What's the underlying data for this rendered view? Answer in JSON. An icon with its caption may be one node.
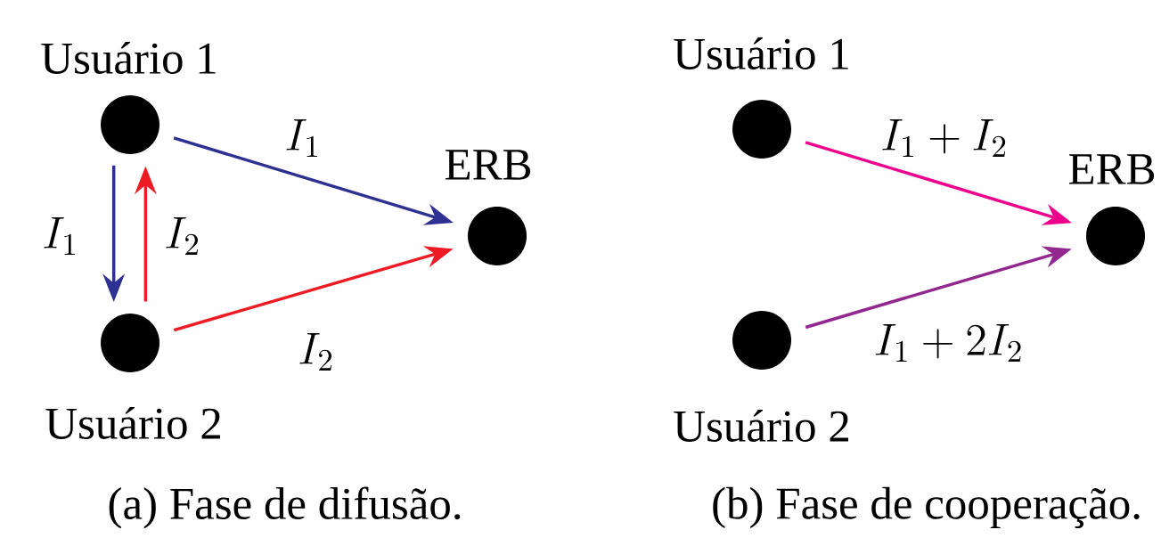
{
  "diagram": {
    "nodes": [
      {
        "text": [
          "Usuário 1"
        ]
      },
      {
        "text": [
          "Usuário 2"
        ]
      },
      {
        "text": [
          "ERB"
        ]
      },
      {
        "text": [
          "Usuário 1"
        ]
      },
      {
        "text": [
          "Usuário 2"
        ]
      },
      {
        "text": [
          "ERB"
        ]
      }
    ],
    "edges": [
      {
        "from": 0,
        "to": 2,
        "arrow": "to",
        "label": "I_1",
        "color": "#2e3192"
      },
      {
        "from": 1,
        "to": 2,
        "arrow": "to",
        "label": "I_2",
        "color": "#ed1c24"
      },
      {
        "from": 0,
        "to": 1,
        "arrow": "to",
        "label": "I_1",
        "color": "#2e3192"
      },
      {
        "from": 1,
        "to": 0,
        "arrow": "to",
        "label": "I_2",
        "color": "#ed1c24"
      },
      {
        "from": 3,
        "to": 5,
        "arrow": "to",
        "label": "I_1 + I_2",
        "color": "#ec008c"
      },
      {
        "from": 4,
        "to": 5,
        "arrow": "to",
        "label": "I_1 + 2I_2",
        "color": "#92278f"
      }
    ],
    "labels": [
      "(a) Fase de difusão.",
      "(b) Fase de cooperação."
    ]
  }
}
